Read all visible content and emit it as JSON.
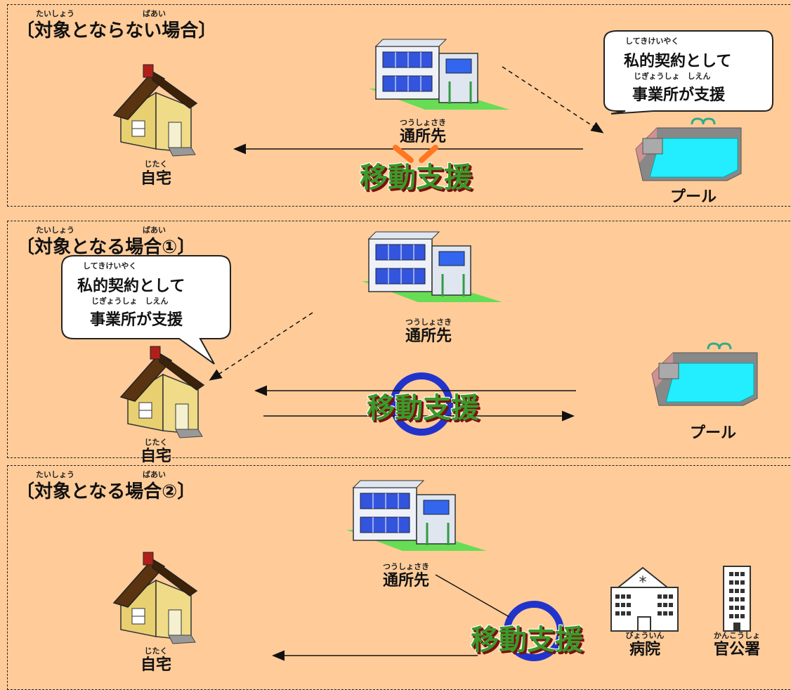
{
  "panels": [
    {
      "title": "〔対象とならない場合〕",
      "title_ruby": [
        "たいしょう",
        "ばあい"
      ],
      "home_label": "自宅",
      "home_ruby": "じたく",
      "center_label": "通所先",
      "center_ruby": "つうしょさき",
      "pool_label": "プール",
      "support_label": "移動支援",
      "bubble": {
        "line1": "私的契約として",
        "line1_ruby": "してきけいやく",
        "line2": "事業所が支援",
        "line2_ruby": "じぎょうしょ　しえん"
      },
      "status": "cross"
    },
    {
      "title": "〔対象となる場合①〕",
      "title_ruby": [
        "たいしょう",
        "ばあい"
      ],
      "home_label": "自宅",
      "home_ruby": "じたく",
      "center_label": "通所先",
      "center_ruby": "つうしょさき",
      "pool_label": "プール",
      "support_label": "移動支援",
      "bubble": {
        "line1": "私的契約として",
        "line1_ruby": "してきけいやく",
        "line2": "事業所が支援",
        "line2_ruby": "じぎょうしょ　しえん"
      },
      "status": "circle"
    },
    {
      "title": "〔対象となる場合②〕",
      "title_ruby": [
        "たいしょう",
        "ばあい"
      ],
      "home_label": "自宅",
      "home_ruby": "じたく",
      "center_label": "通所先",
      "center_ruby": "つうしょさき",
      "hospital_label": "病院",
      "hospital_ruby": "びょういん",
      "office_label": "官公署",
      "office_ruby": "かんこうしょ",
      "support_label": "移動支援",
      "status": "circle"
    }
  ],
  "icons": {
    "house": "house-icon",
    "facility": "facility-building-icon",
    "pool": "pool-icon",
    "hospital": "hospital-icon",
    "office": "government-office-icon"
  },
  "colors": {
    "background": "#ffcc99",
    "circle": "#2233cc",
    "cross": "#ff7722",
    "text_green": "#3a9a2a"
  }
}
